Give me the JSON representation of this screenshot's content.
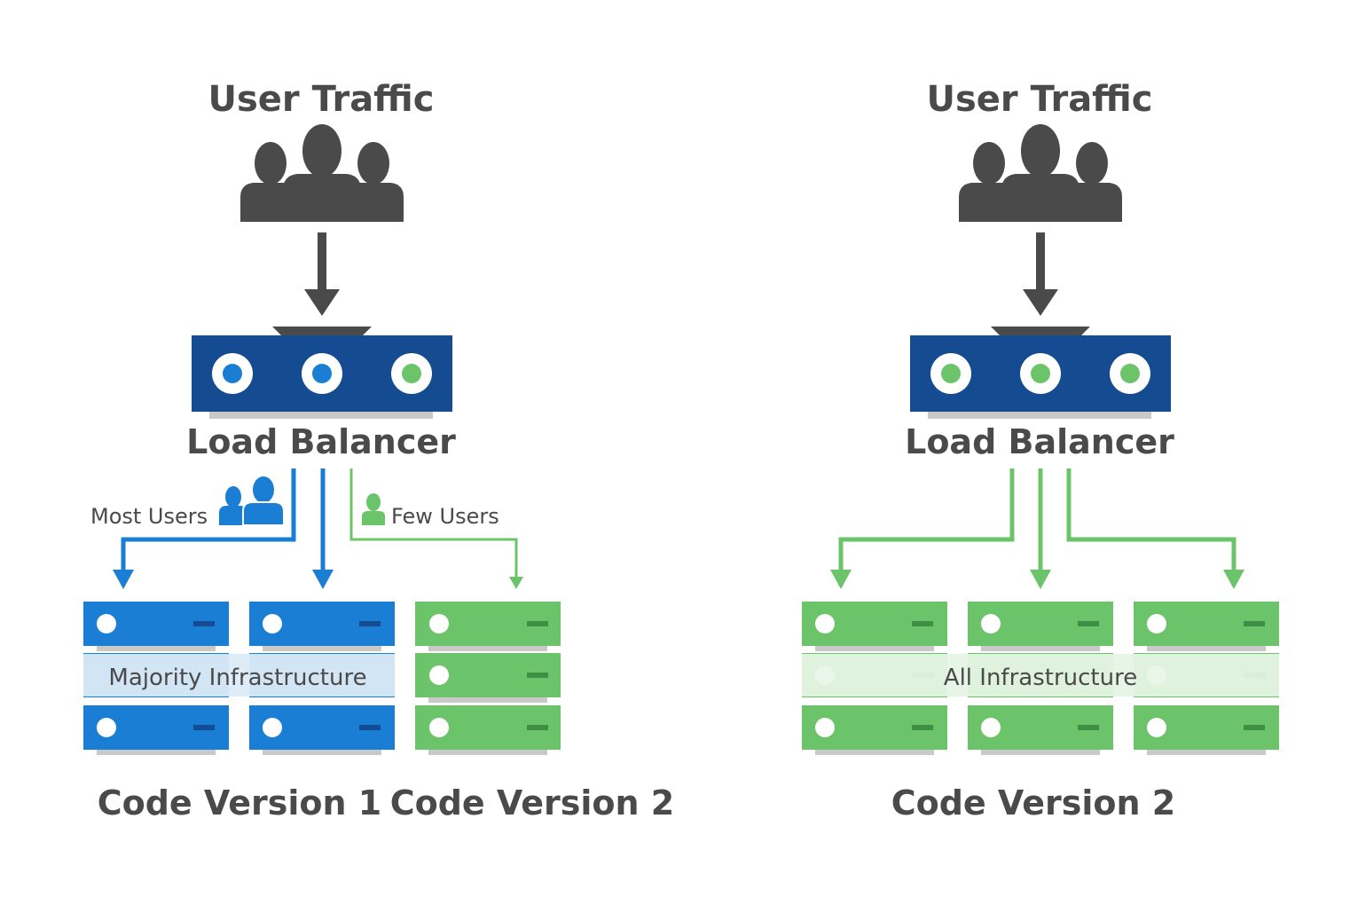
{
  "colors": {
    "dark": "#4a4a4a",
    "navy": "#154c91",
    "blue": "#1a7fd4",
    "green": "#6cc46a",
    "dark_green": "#3e8e45",
    "shadow": "#c9c9c9",
    "text": "#4a4a4a"
  },
  "left": {
    "user_traffic_label": "User Traffic",
    "load_balancer_label": "Load Balancer",
    "most_users_label": "Most Users",
    "few_users_label": "Few Users",
    "majority_label": "Majority Infrastructure",
    "version1_label": "Code Version 1",
    "version2_label": "Code Version 2"
  },
  "right": {
    "user_traffic_label": "User Traffic",
    "load_balancer_label": "Load Balancer",
    "all_label": "All Infrastructure",
    "version2_label": "Code Version 2"
  },
  "icons": {
    "users": "users-group-icon",
    "load_balancer": "load-balancer-icon",
    "server": "server-stack-icon",
    "person": "person-icon"
  }
}
